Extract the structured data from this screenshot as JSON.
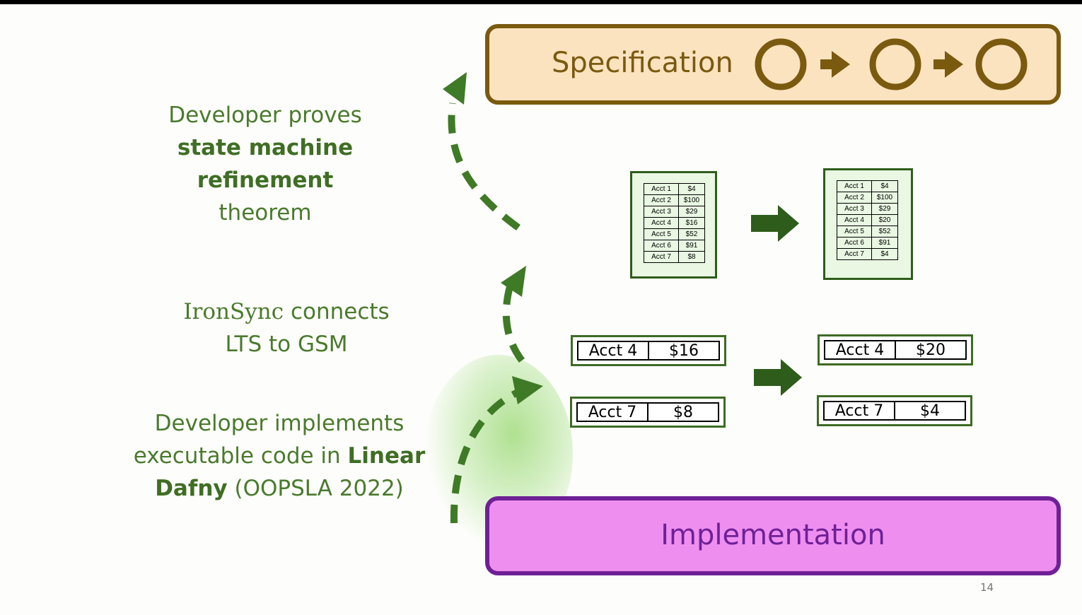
{
  "spec": {
    "label": "Specification"
  },
  "impl": {
    "label": "Implementation"
  },
  "captions": {
    "refine": {
      "line1": "Developer proves",
      "bold": "state machine refinement",
      "line3": "theorem"
    },
    "ironsync": {
      "brand": "IronSync",
      "rest": " connects",
      "line2": "LTS to GSM"
    },
    "develop": {
      "line1": "Developer implements",
      "line2a": "executable code in ",
      "line2b": "Linear",
      "line3b": "Dafny",
      "line3c": " (OOPSLA 2022)"
    }
  },
  "ledger_before": [
    [
      "Acct 1",
      "$4"
    ],
    [
      "Acct 2",
      "$100"
    ],
    [
      "Acct 3",
      "$29"
    ],
    [
      "Acct 4",
      "$16"
    ],
    [
      "Acct 5",
      "$52"
    ],
    [
      "Acct 6",
      "$91"
    ],
    [
      "Acct 7",
      "$8"
    ]
  ],
  "ledger_after": [
    [
      "Acct 1",
      "$4"
    ],
    [
      "Acct 2",
      "$100"
    ],
    [
      "Acct 3",
      "$29"
    ],
    [
      "Acct 4",
      "$20"
    ],
    [
      "Acct 5",
      "$52"
    ],
    [
      "Acct 6",
      "$91"
    ],
    [
      "Acct 7",
      "$4"
    ]
  ],
  "pairs_before": [
    {
      "acct": "Acct 4",
      "amount": "$16"
    },
    {
      "acct": "Acct 7",
      "amount": "$8"
    }
  ],
  "pairs_after": [
    {
      "acct": "Acct 4",
      "amount": "$20"
    },
    {
      "acct": "Acct 7",
      "amount": "$4"
    }
  ],
  "page_number": "14",
  "colors": {
    "spec_fill": "#fce3c0",
    "spec_border": "#7a5a0f",
    "impl_fill": "#ee8ff0",
    "impl_border": "#6f2096",
    "arrow_green": "#2e5d1b",
    "caption_green": "#4a7a2c"
  }
}
